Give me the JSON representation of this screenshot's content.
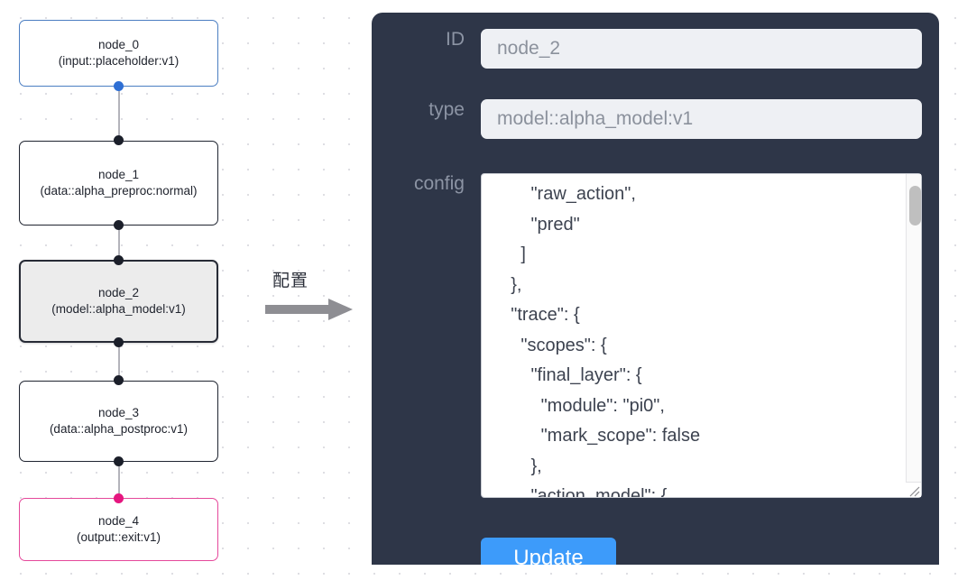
{
  "graph": {
    "nodes": [
      {
        "id": "node_0",
        "title": "node_0",
        "subtitle": "(input::placeholder:v1)",
        "state": "input"
      },
      {
        "id": "node_1",
        "title": "node_1",
        "subtitle": "(data::alpha_preproc:normal)",
        "state": "default"
      },
      {
        "id": "node_2",
        "title": "node_2",
        "subtitle": "(model::alpha_model:v1)",
        "state": "selected"
      },
      {
        "id": "node_3",
        "title": "node_3",
        "subtitle": "(data::alpha_postproc:v1)",
        "state": "default"
      },
      {
        "id": "node_4",
        "title": "node_4",
        "subtitle": "(output::exit:v1)",
        "state": "output"
      }
    ],
    "colors": {
      "input_border": "#4b7ec2",
      "output_border": "#e5489b",
      "default_border": "#1f2430",
      "selected_fill": "#ececec",
      "edge": "#b4b4bb",
      "handle": "#1b1f2a",
      "handle_blue": "#2e6fd4",
      "handle_pink": "#e5167f"
    }
  },
  "annotation": {
    "label": "配置",
    "arrow_color": "#8e8e93"
  },
  "panel": {
    "background": "#2e3648",
    "fields": {
      "id": {
        "label": "ID",
        "value": "node_2"
      },
      "type": {
        "label": "type",
        "value": "model::alpha_model:v1"
      },
      "config": {
        "label": "config",
        "value": "        \"raw_action\",\n        \"pred\"\n      ]\n    },\n    \"trace\": {\n      \"scopes\": {\n        \"final_layer\": {\n          \"module\": \"pi0\",\n          \"mark_scope\": false\n        },\n        \"action_model\": {"
      }
    },
    "update_button": {
      "label": "Update",
      "color": "#3d9bfa"
    },
    "scrollbar": {
      "thumb_color": "#bfbfbf"
    }
  }
}
